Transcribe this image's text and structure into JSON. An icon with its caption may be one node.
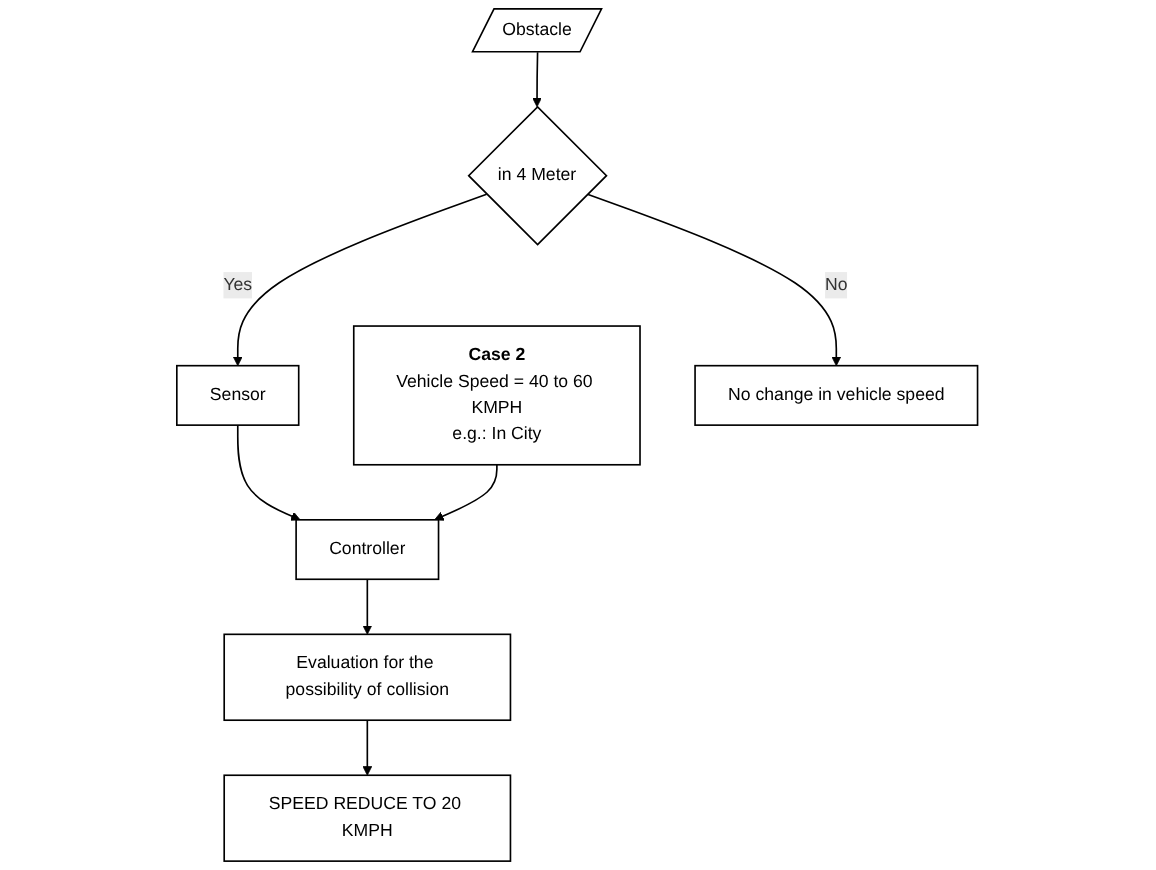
{
  "diagram": {
    "nodes": [
      {
        "text": [
          "Case 2",
          "Vehicle Speed = 40 to 60 KMPH",
          "e.g.: In City"
        ]
      },
      {
        "text": [
          "Obstacle"
        ]
      },
      {
        "text": [
          "in 4 Meter"
        ]
      },
      {
        "text": [
          "Sensor"
        ]
      },
      {
        "text": [
          "Controller"
        ]
      },
      {
        "text": [
          "Evaluation for the possibility of collision"
        ]
      },
      {
        "text": [
          "No change in vehicle speed"
        ]
      },
      {
        "text": [
          "SPEED REDUCE TO 20 KMPH"
        ]
      }
    ],
    "edges": [
      {
        "from": 1,
        "to": 2,
        "arrow": "to"
      },
      {
        "from": 2,
        "to": 3,
        "arrow": "to",
        "label": "Yes"
      },
      {
        "from": 3,
        "to": 4,
        "arrow": "to"
      },
      {
        "from": 0,
        "to": 4,
        "arrow": "to"
      },
      {
        "from": 4,
        "to": 5,
        "arrow": "to"
      },
      {
        "from": 5,
        "to": 7,
        "arrow": "to"
      },
      {
        "from": 2,
        "to": 6,
        "arrow": "to",
        "label": "No"
      }
    ]
  }
}
